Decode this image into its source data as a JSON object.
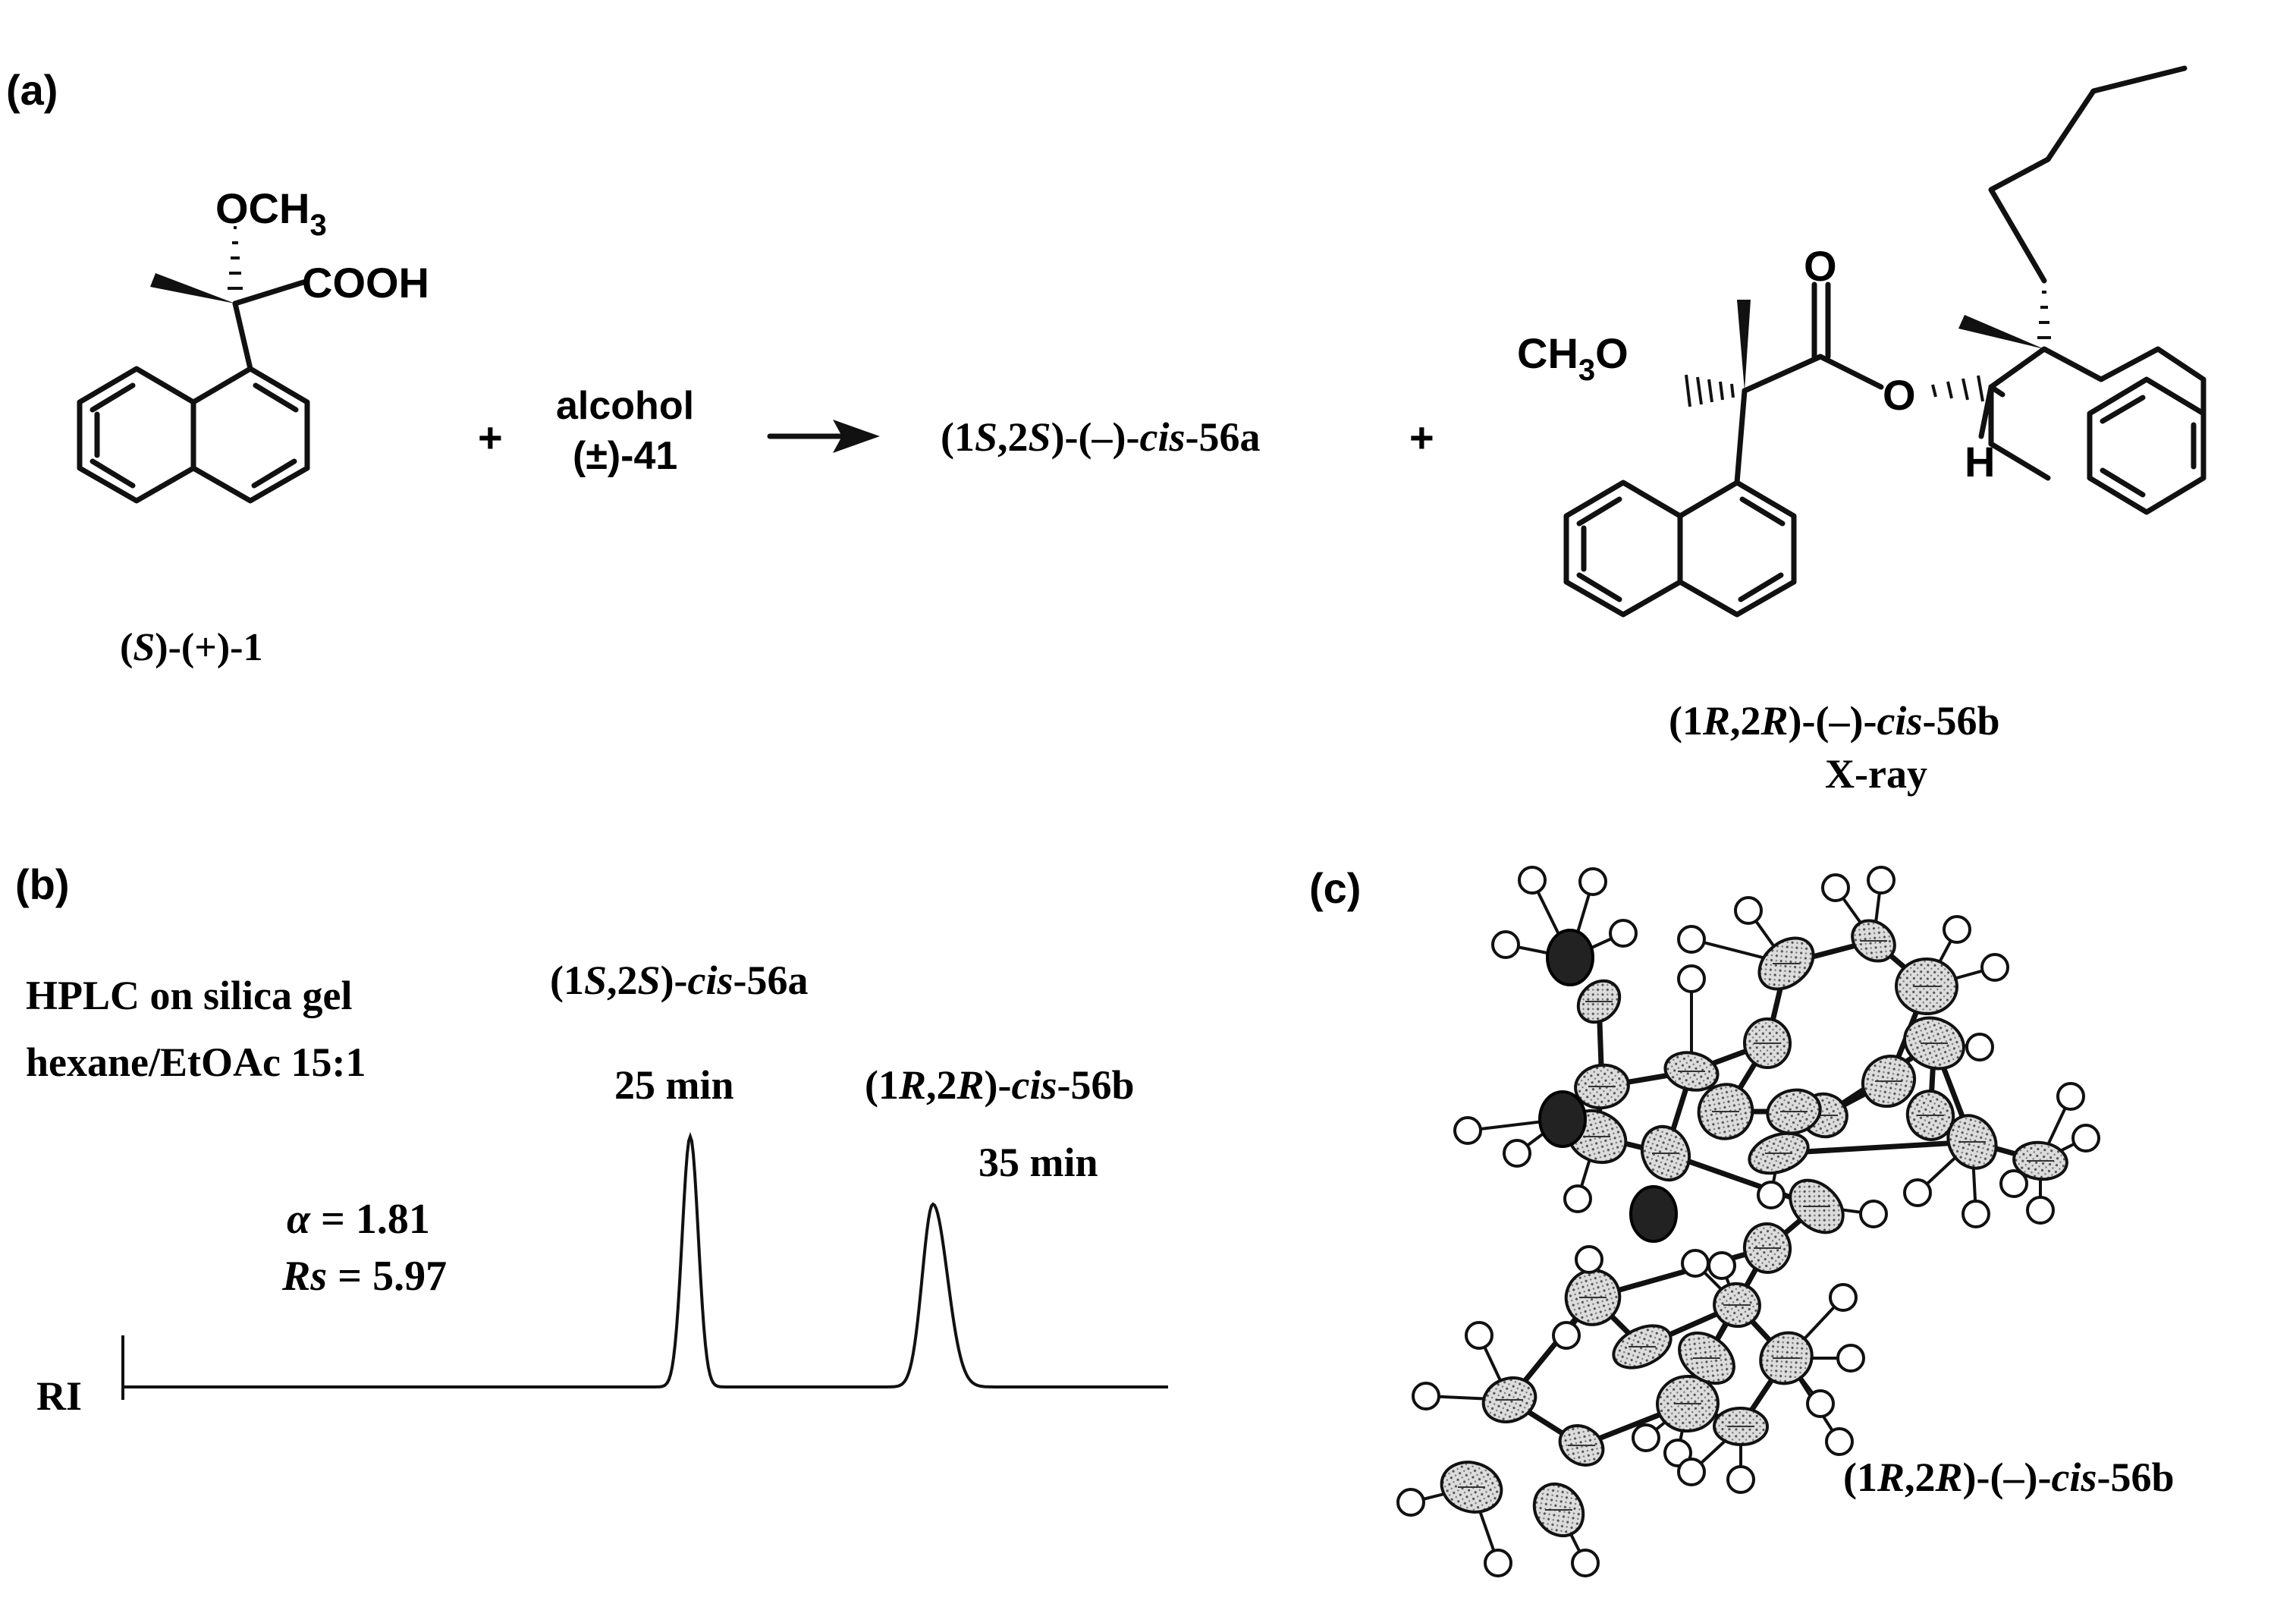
{
  "panels": {
    "a": "(a)",
    "b": "(b)",
    "c": "(c)"
  },
  "scheme": {
    "reagent_ome": {
      "pre": "OCH",
      "sub": "3"
    },
    "reagent_cooh": "COOH",
    "reagent_label": {
      "p1": "(",
      "it1": "S",
      "p2": ")-(+)-1"
    },
    "plus1": "+",
    "alcohol_line1": "alcohol",
    "alcohol_line2": "(±)-41",
    "product_a": {
      "p1": "(1",
      "it1": "S",
      "p2": ",2",
      "it2": "S",
      "p3": ")-(–)-",
      "it3": "cis",
      "p4": "-56a"
    },
    "plus2": "+",
    "product_b_ome": {
      "pre": "CH",
      "sub": "3",
      "post": "O"
    },
    "product_b_o": "O",
    "product_b_ester_o": "O",
    "product_b_h": "H",
    "product_b_label": {
      "p1": "(1",
      "it1": "R",
      "p2": ",2",
      "it2": "R",
      "p3": ")-(–)-",
      "it3": "cis",
      "p4": "-56b"
    },
    "xray": "X-ray"
  },
  "hplc": {
    "cond1": "HPLC on silica gel",
    "cond2": "hexane/EtOAc 15:1",
    "peak1_label": {
      "p1": "(1",
      "it1": "S",
      "p2": ",2",
      "it2": "S",
      "p3": ")-",
      "it3": "cis",
      "p4": "-56a"
    },
    "peak1_time": "25 min",
    "peak2_label": {
      "p1": "(1",
      "it1": "R",
      "p2": ",2",
      "it2": "R",
      "p3": ")-",
      "it3": "cis",
      "p4": "-56b"
    },
    "peak2_time": "35 min",
    "alpha": {
      "sym": "α",
      "rest": " = 1.81"
    },
    "rs": {
      "sym": "Rs",
      "rest": " = 5.97"
    },
    "detector": "RI",
    "peaks": [
      {
        "time_min": 25,
        "relative_height": 1.0
      },
      {
        "time_min": 35,
        "relative_height": 0.73
      }
    ]
  },
  "ortep": {
    "label": {
      "p1": "(1",
      "it1": "R",
      "p2": ",2",
      "it2": "R",
      "p3": ")-(–)-",
      "it3": "cis",
      "p4": "-56b"
    }
  }
}
